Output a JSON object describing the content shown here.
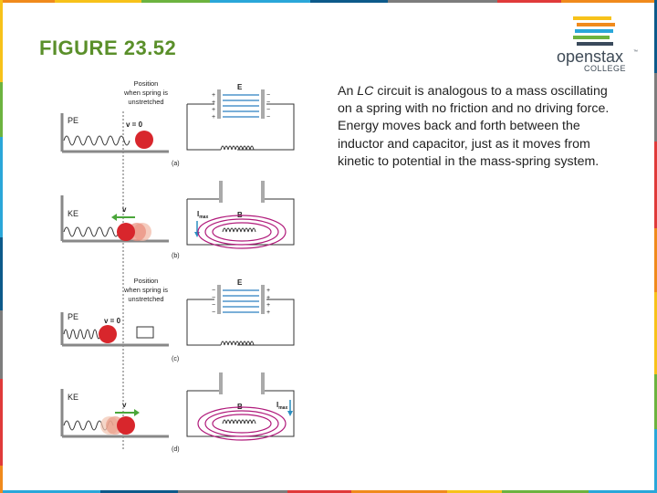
{
  "slide": {
    "title": "FIGURE 23.52",
    "caption_pre": "An ",
    "caption_em": "LC",
    "caption_post": " circuit is analogous to a mass oscillating on a spring with no friction and no driving force. Energy moves back and forth between the inductor and capacitor, just as it moves from kinetic to potential in the mass-spring system."
  },
  "logo": {
    "brand": "openstax",
    "trademark": "™",
    "sub": "COLLEGE"
  },
  "figure": {
    "panels": [
      {
        "label": "(a)",
        "energy": "PE",
        "note_lines": [
          "Position",
          "when spring is",
          "unstretched"
        ],
        "v_label": "v = 0",
        "field": "E",
        "cap_signs": "+-"
      },
      {
        "label": "(b)",
        "energy": "KE",
        "v_label": "v",
        "field": "B",
        "current": "I",
        "current_sub": "max"
      },
      {
        "label": "(c)",
        "energy": "PE",
        "note_lines": [
          "Position",
          "when spring is",
          "unstretched"
        ],
        "v_label": "v = 0",
        "field": "E",
        "cap_signs": "-+"
      },
      {
        "label": "(d)",
        "energy": "KE",
        "v_label": "v",
        "field": "B",
        "current": "I",
        "current_sub": "max"
      }
    ]
  },
  "colors": {
    "title": "#5a8f2a",
    "ball": "#d8262c",
    "e_field": "#2a7fc1",
    "b_field": "#b0197a",
    "current": "#2a8fc1",
    "velocity": "#4aa63a",
    "edge_palette": [
      "#f08a1c",
      "#f7c21a",
      "#6cb33f",
      "#2aa7d9",
      "#0d5a8a",
      "#7d7d7d",
      "#e03a3a"
    ]
  }
}
